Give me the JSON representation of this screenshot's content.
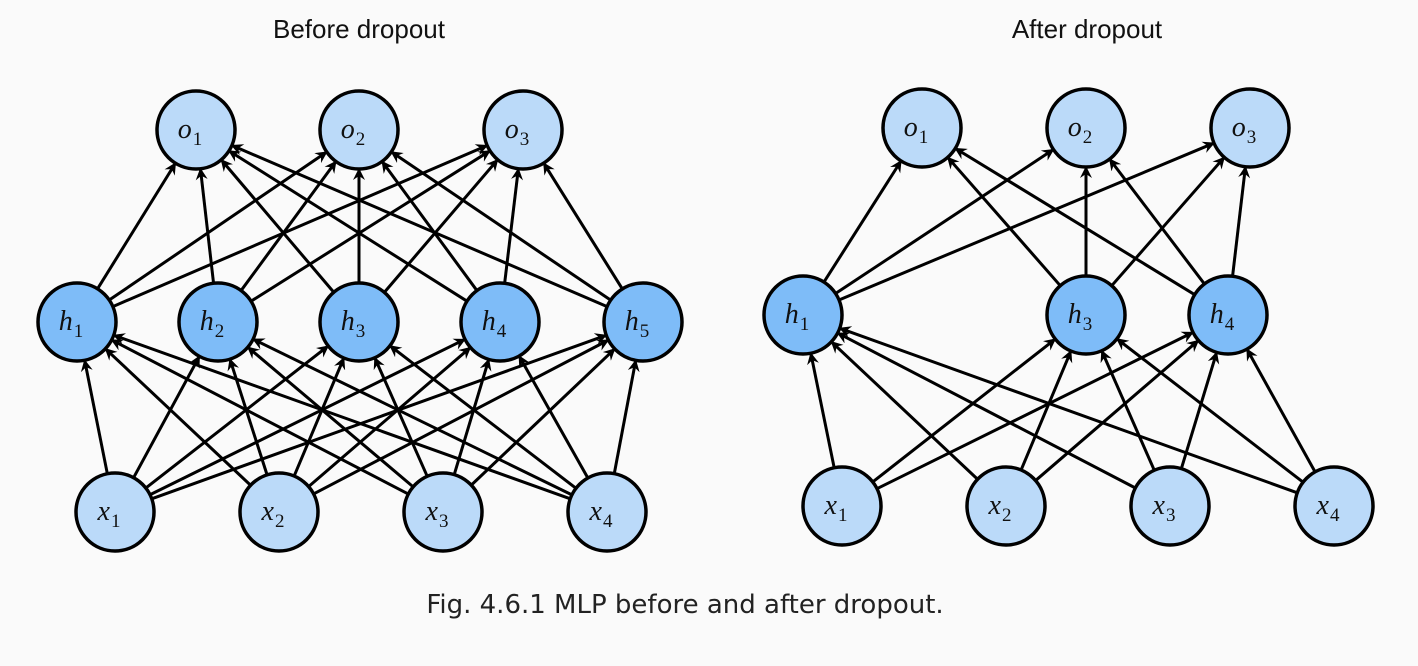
{
  "figure": {
    "caption": "Fig. 4.6.1  MLP before and after dropout.",
    "colors": {
      "input_output_fill": "#bbdaf9",
      "hidden_fill": "#7ebcf8",
      "stroke": "#000000",
      "background": "#fafafa"
    },
    "panels": [
      {
        "id": "before",
        "title": "Before dropout",
        "layers": {
          "output": [
            {
              "id": "o1",
              "var": "o",
              "sub": "1"
            },
            {
              "id": "o2",
              "var": "o",
              "sub": "2"
            },
            {
              "id": "o3",
              "var": "o",
              "sub": "3"
            }
          ],
          "hidden": [
            {
              "id": "h1",
              "var": "h",
              "sub": "1"
            },
            {
              "id": "h2",
              "var": "h",
              "sub": "2"
            },
            {
              "id": "h3",
              "var": "h",
              "sub": "3"
            },
            {
              "id": "h4",
              "var": "h",
              "sub": "4"
            },
            {
              "id": "h5",
              "var": "h",
              "sub": "5"
            }
          ],
          "input": [
            {
              "id": "x1",
              "var": "x",
              "sub": "1"
            },
            {
              "id": "x2",
              "var": "x",
              "sub": "2"
            },
            {
              "id": "x3",
              "var": "x",
              "sub": "3"
            },
            {
              "id": "x4",
              "var": "x",
              "sub": "4"
            }
          ]
        },
        "connectivity": "fully-connected"
      },
      {
        "id": "after",
        "title": "After dropout",
        "layers": {
          "output": [
            {
              "id": "o1",
              "var": "o",
              "sub": "1"
            },
            {
              "id": "o2",
              "var": "o",
              "sub": "2"
            },
            {
              "id": "o3",
              "var": "o",
              "sub": "3"
            }
          ],
          "hidden": [
            {
              "id": "h1",
              "var": "h",
              "sub": "1"
            },
            {
              "id": "h3",
              "var": "h",
              "sub": "3"
            },
            {
              "id": "h4",
              "var": "h",
              "sub": "4"
            }
          ],
          "input": [
            {
              "id": "x1",
              "var": "x",
              "sub": "1"
            },
            {
              "id": "x2",
              "var": "x",
              "sub": "2"
            },
            {
              "id": "x3",
              "var": "x",
              "sub": "3"
            },
            {
              "id": "x4",
              "var": "x",
              "sub": "4"
            }
          ]
        },
        "dropped_hidden": [
          "h2",
          "h5"
        ],
        "connectivity": "fully-connected"
      }
    ]
  }
}
